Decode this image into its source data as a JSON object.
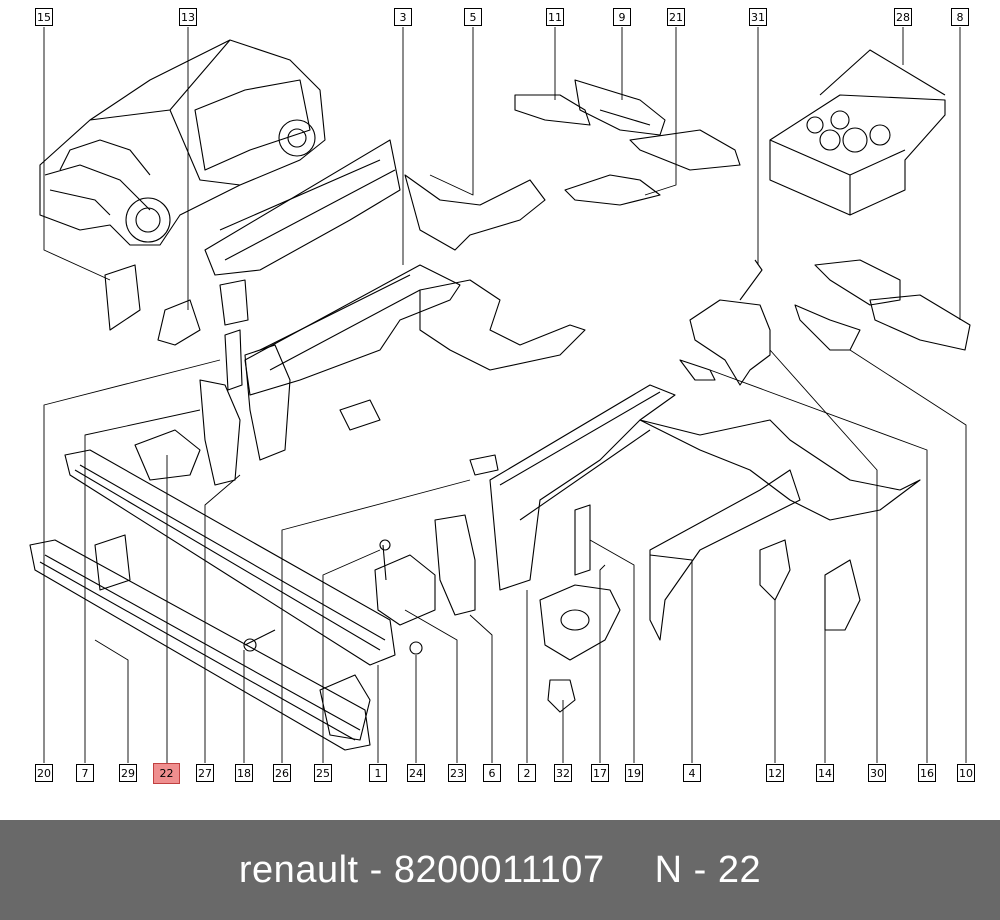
{
  "callouts_top": [
    "15",
    "13",
    "3",
    "5",
    "11",
    "9",
    "21",
    "31",
    "28",
    "8"
  ],
  "callouts_bottom": [
    "20",
    "7",
    "29",
    "22",
    "27",
    "18",
    "26",
    "25",
    "1",
    "24",
    "23",
    "6",
    "2",
    "32",
    "17",
    "19",
    "4",
    "12",
    "14",
    "30",
    "16",
    "10"
  ],
  "highlighted_callout": "22",
  "footer": {
    "brand": "renault",
    "separator1": "-",
    "part_number": "8200011107",
    "position_label": "N",
    "separator2": "-",
    "position_number": "22"
  },
  "colors": {
    "footer_bg": "#696969",
    "highlight": "#ef8f8f",
    "line": "#000000"
  }
}
